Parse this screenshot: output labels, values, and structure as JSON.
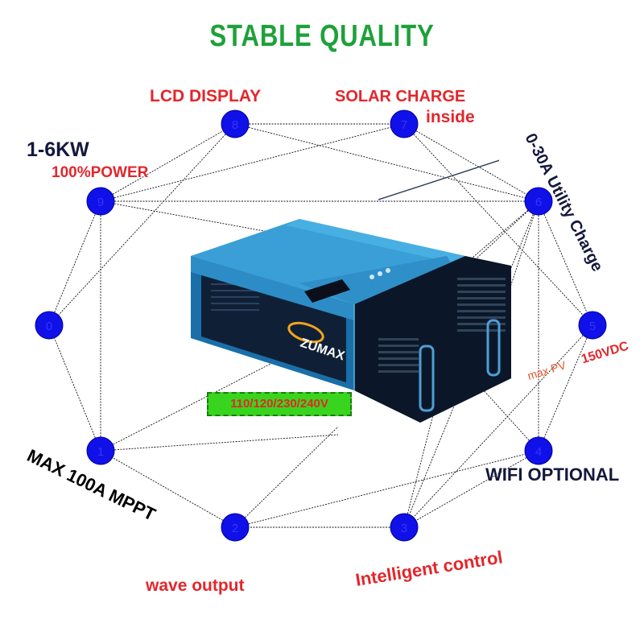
{
  "title": "STABLE QUALITY",
  "labels": {
    "lcd_display": "LCD DISPLAY",
    "solar_charge": "SOLAR CHARGE",
    "solar_inside": "inside",
    "power_rating": "1-6KW",
    "power_percent": "100%POWER",
    "utility_charge": "0-30A Utility Charge",
    "max_pv_prefix": "max PV",
    "max_pv_value": "150VDC",
    "voltage_options": "110/120/230/240V",
    "wifi": "WIFI OPTIONAL",
    "mppt": "MAX 100A MPPT",
    "intelligent": "Intelligent control",
    "wave_output": "wave output"
  },
  "product": {
    "brand": "ZUMAX"
  },
  "nodes": [
    "1",
    "2",
    "3",
    "4",
    "5",
    "6",
    "7",
    "8",
    "9",
    "0"
  ],
  "colors": {
    "title_green": "#1fa13a",
    "label_red": "#e3262b",
    "label_navy": "#14183c",
    "node_blue": "#1010e8",
    "badge_green": "#39d51e",
    "case_blue": "#2f8fc8",
    "case_dark": "#0e1a2e"
  }
}
